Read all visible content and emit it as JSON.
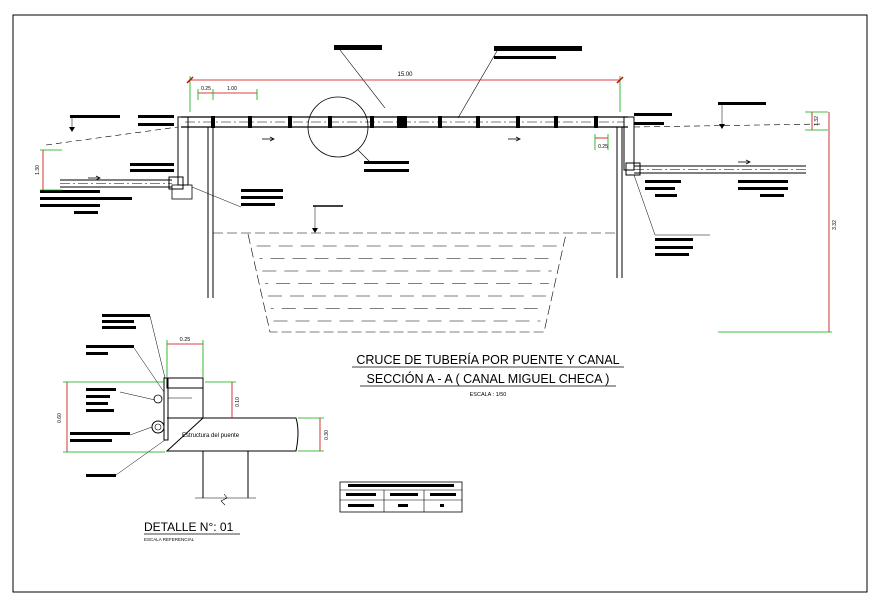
{
  "title": {
    "line1": "CRUCE DE TUBERÍA POR PUENTE Y CANAL",
    "line2": "SECCIÓN A - A ( CANAL MIGUEL CHECA )",
    "scale": "ESCALA : 1/50"
  },
  "detail": {
    "title": "DETALLE N°: 01",
    "subtitle": "ESCALA REFERENCIAL",
    "structure_label": "Estructura del puente",
    "dim_width": "0.25"
  },
  "dims": {
    "span": "15.00",
    "d1": "0.25",
    "d2": "1.00",
    "right_small": "0.25",
    "right_top": "1.32",
    "right_height": "3.32",
    "left_height": "1.30",
    "detail_height": "0.60",
    "detail_cap": "0.10",
    "detail_slab": "0.30"
  },
  "colors": {
    "line": "#000000",
    "dim": "#cc0000",
    "extension": "#00aa00"
  }
}
